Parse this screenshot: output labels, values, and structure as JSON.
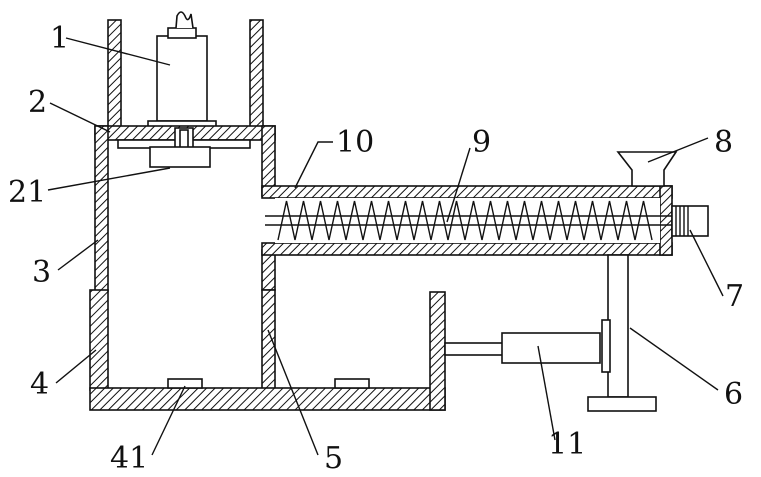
{
  "labels": {
    "n1": "1",
    "n2": "2",
    "n21": "21",
    "n3": "3",
    "n4": "4",
    "n41": "41",
    "n5": "5",
    "n6": "6",
    "n7": "7",
    "n8": "8",
    "n9": "9",
    "n10": "10",
    "n11": "11"
  }
}
